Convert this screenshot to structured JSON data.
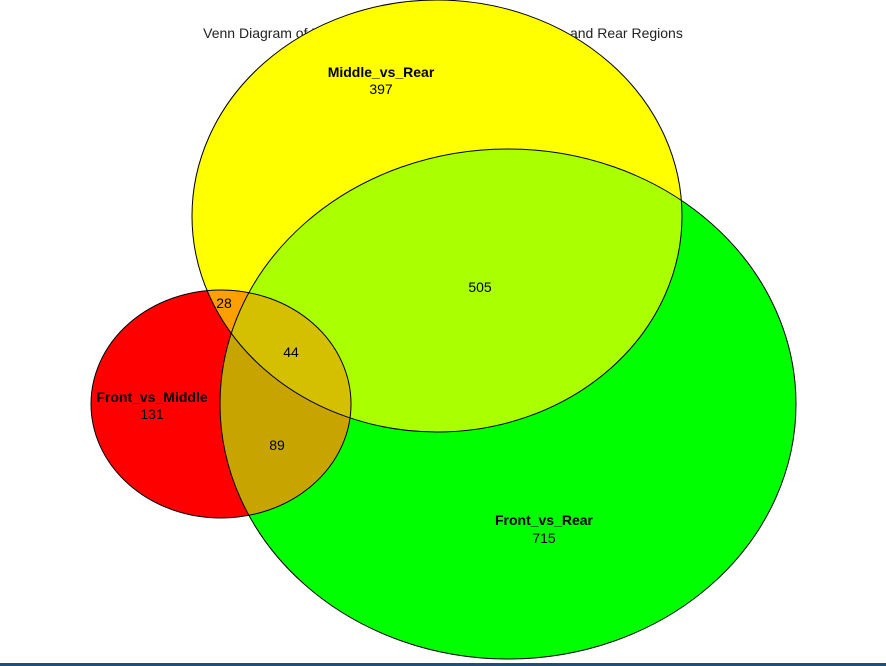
{
  "title": "Venn Diagram of DGE's for Microglia across Front, Middle, and Rear Regions",
  "sets": {
    "front_vs_middle": {
      "label": "Front_vs_Middle",
      "color": "#ff0000"
    },
    "middle_vs_rear": {
      "label": "Middle_vs_Rear",
      "color": "#ffff00"
    },
    "front_vs_rear": {
      "label": "Front_vs_Rear",
      "color": "#00ff00"
    }
  },
  "regions": {
    "front_vs_middle_only": "131",
    "middle_vs_rear_only": "397",
    "front_vs_rear_only": "715",
    "front_vs_middle_and_middle_vs_rear": "28",
    "middle_vs_rear_and_front_vs_rear": "505",
    "front_vs_middle_and_front_vs_rear": "89",
    "all_three": "44"
  }
}
